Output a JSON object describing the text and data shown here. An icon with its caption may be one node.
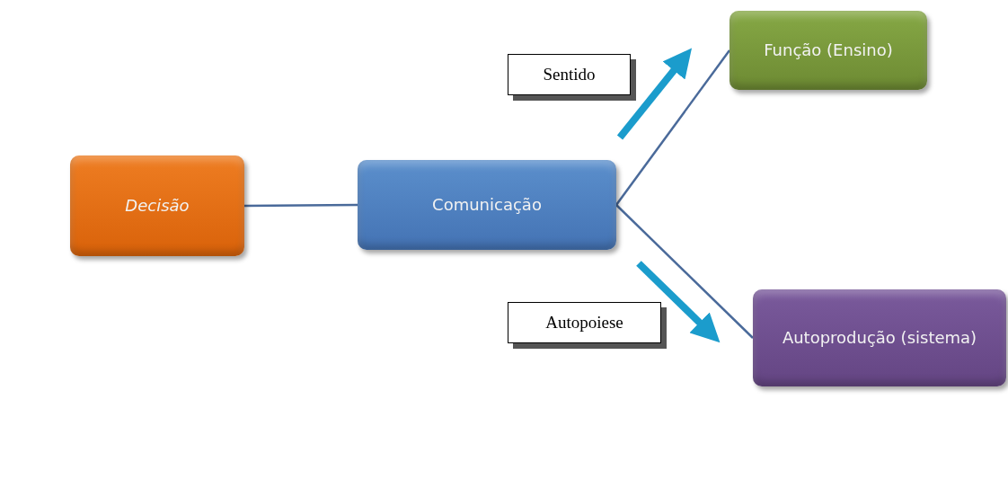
{
  "diagram": {
    "nodes": [
      {
        "text": [
          "Decisão"
        ]
      },
      {
        "text": [
          "Comunicação"
        ]
      },
      {
        "text": [
          "Função (Ensino)"
        ]
      },
      {
        "text": [
          "Autoprodução (sistema)"
        ]
      },
      {
        "text": [
          "Sentido"
        ]
      },
      {
        "text": [
          "Autopoiese"
        ]
      }
    ],
    "edges": [
      {
        "from": 0,
        "to": 1,
        "arrow": "none"
      },
      {
        "from": 1,
        "to": 2,
        "arrow": "none"
      },
      {
        "from": 1,
        "to": 3,
        "arrow": "none"
      }
    ]
  }
}
